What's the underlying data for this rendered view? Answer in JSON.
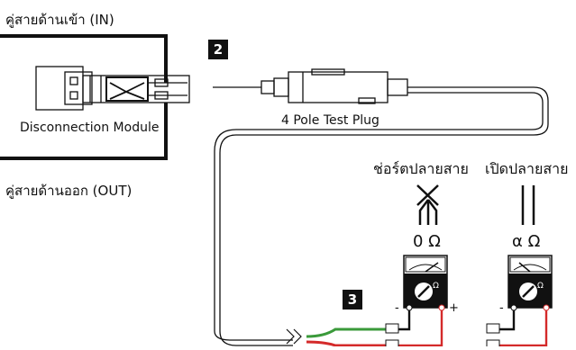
{
  "labels": {
    "in_pair": "คู่สายด้านเข้า (IN)",
    "out_pair": "คู่สายด้านออก (OUT)",
    "disconnection_module": "Disconnection Module",
    "test_plug": "4 Pole Test Plug",
    "short_ends": "ช่อร์ตปลายสาย",
    "open_ends": "เปิดปลายสาย"
  },
  "steps": {
    "step_2": "2",
    "step_3": "3"
  },
  "meters": {
    "short": {
      "reading": "0 Ω",
      "dial_symbol": "Ω",
      "minus": "-",
      "plus": "+"
    },
    "open": {
      "reading": "α Ω",
      "dial_symbol": "Ω",
      "minus": "-"
    }
  },
  "colors": {
    "wire_green": "#3a9a3a",
    "wire_red": "#d42a2a",
    "line": "#111111"
  }
}
